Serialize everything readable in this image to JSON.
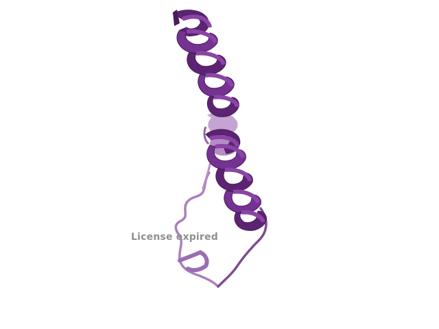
{
  "viewer": {
    "watermark": "License expired",
    "structure": {
      "representation": "cartoon",
      "secondary_structure": [
        "alpha-helix",
        "alpha-helix",
        "coil"
      ],
      "colors": {
        "helix_dark": "#5d2373",
        "helix_mid": "#743291",
        "helix_light": "#9a5fb2",
        "helix_pale": "#b78bc7",
        "coil": "#a97fbd",
        "coil_dark": "#7d4c94",
        "background": "#ffffff"
      }
    }
  }
}
